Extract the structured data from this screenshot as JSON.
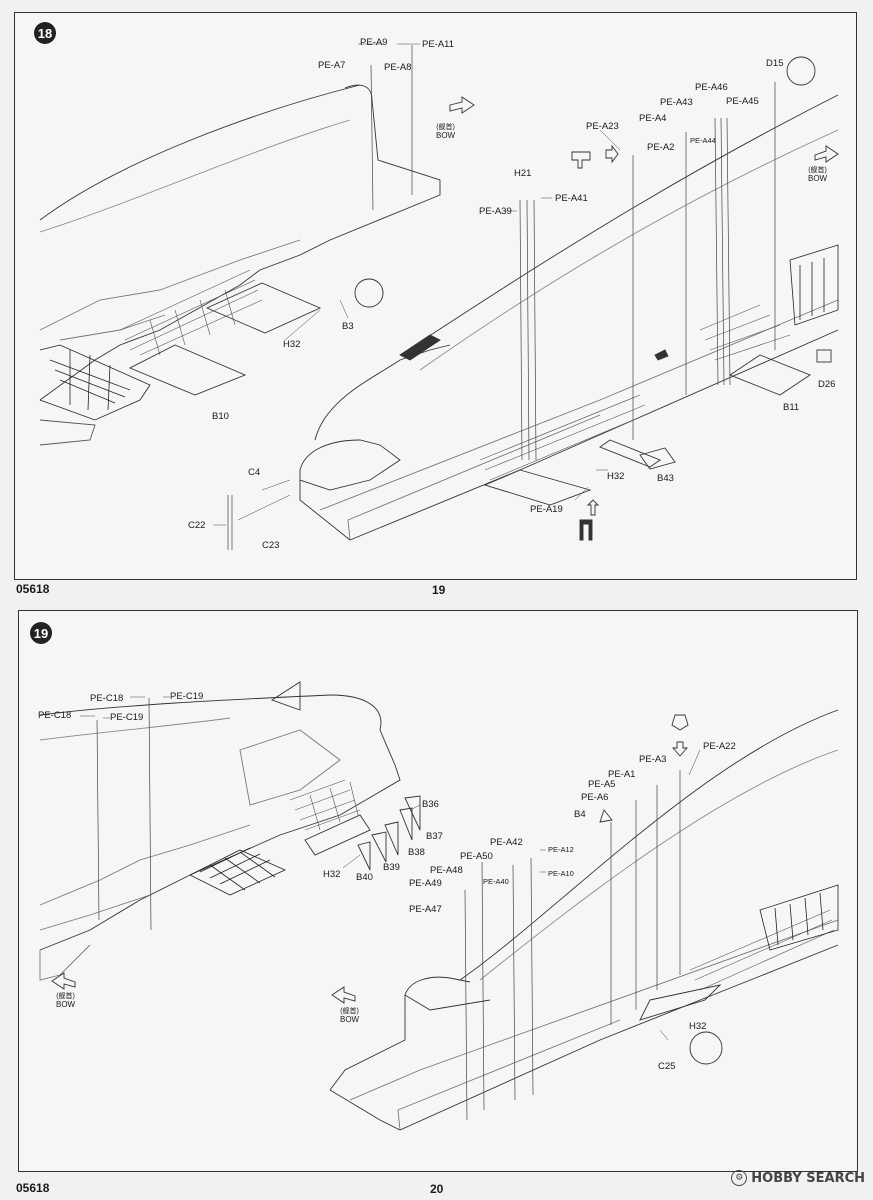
{
  "document": {
    "product_code": "05618"
  },
  "step18": {
    "step_number": "18",
    "page_number": "19",
    "bow_cn": "(舰首)",
    "bow_en": "BOW",
    "labels": {
      "pe_a9": "PE-A9",
      "pe_a11": "PE-A11",
      "pe_a7": "PE-A7",
      "pe_a8": "PE-A8",
      "h21": "H21",
      "pe_a41": "PE-A41",
      "pe_a39": "PE-A39",
      "pe_a23": "PE-A23",
      "pe_a4": "PE-A4",
      "pe_a2": "PE-A2",
      "pe_a43": "PE-A43",
      "pe_a46": "PE-A46",
      "pe_a45": "PE-A45",
      "pe_a44": "PE-A44",
      "d15": "D15",
      "d26": "D26",
      "b11": "B11",
      "b3": "B3",
      "h32_a": "H32",
      "b10": "B10",
      "b43": "B43",
      "h32_b": "H32",
      "pe_a19": "PE-A19",
      "c4": "C4",
      "c22": "C22",
      "c23": "C23"
    }
  },
  "step19": {
    "step_number": "19",
    "page_number": "20",
    "bow_cn": "(舰首)",
    "bow_en": "BOW",
    "labels": {
      "pe_c18_a": "PE-C18",
      "pe_c19_a": "PE-C19",
      "pe_c18_b": "PE-C18",
      "pe_c19_b": "PE-C19",
      "b36": "B36",
      "b37": "B37",
      "b38": "B38",
      "b39": "B39",
      "b40": "B40",
      "h32_c": "H32",
      "pe_a22": "PE-A22",
      "pe_a3": "PE-A3",
      "pe_a1": "PE-A1",
      "pe_a5": "PE-A5",
      "pe_a6": "PE-A6",
      "b4": "B4",
      "pe_a42": "PE-A42",
      "pe_a12": "PE-A12",
      "pe_a50": "PE-A50",
      "pe_a10": "PE-A10",
      "pe_a48": "PE-A48",
      "pe_a40": "PE-A40",
      "pe_a49": "PE-A49",
      "pe_a47": "PE-A47",
      "h32_d": "H32",
      "c25": "C25"
    }
  },
  "watermark": {
    "text": "HOBBY SEARCH"
  }
}
